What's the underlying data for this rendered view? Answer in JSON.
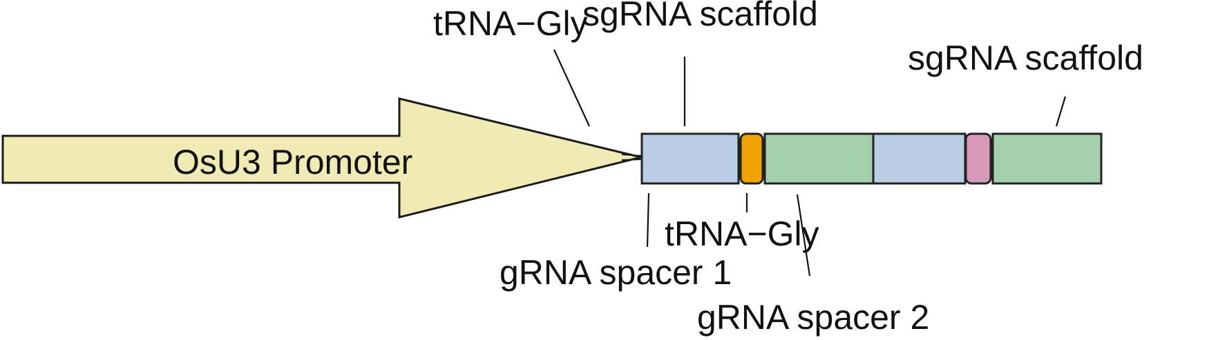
{
  "diagram": {
    "title": "",
    "promoter": {
      "label": "OsU3 Promoter",
      "color": "#f0ebb4"
    },
    "segments": [
      {
        "id": "trna-gly-1",
        "type": "tRNA-Gly",
        "color": "#b9cde4"
      },
      {
        "id": "spacer-1",
        "type": "gRNA spacer 1",
        "color": "#f0a300"
      },
      {
        "id": "scaffold-1",
        "type": "sgRNA scaffold",
        "color": "#a6d0ab"
      },
      {
        "id": "trna-gly-2",
        "type": "tRNA-Gly",
        "color": "#b9cde4"
      },
      {
        "id": "spacer-2",
        "type": "gRNA spacer 2",
        "color": "#d898b8"
      },
      {
        "id": "scaffold-2",
        "type": "sgRNA scaffold",
        "color": "#a6d0ab"
      }
    ],
    "labels": {
      "trna_gly_top": "tRNA−Gly",
      "scaffold_top_1": "sgRNA scaffold",
      "scaffold_top_2": "sgRNA scaffold",
      "trna_gly_bottom": "tRNA−Gly",
      "spacer_1": "gRNA spacer 1",
      "spacer_2": "gRNA spacer 2"
    }
  }
}
